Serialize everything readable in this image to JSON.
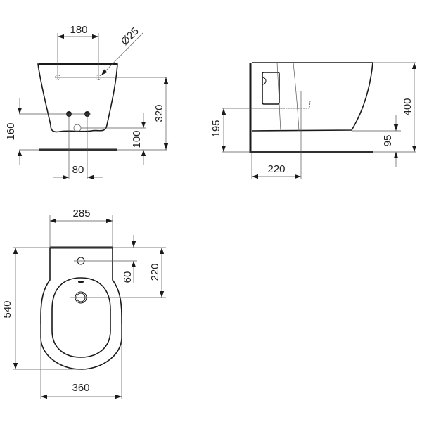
{
  "front_view": {
    "dim_hole_spacing": "180",
    "dim_hole_diameter": "Ø25",
    "dim_fixing_height": "320",
    "dim_supply_height": "160",
    "dim_waste_height": "100",
    "dim_supply_spacing": "80"
  },
  "side_view": {
    "dim_supply_height": "195",
    "dim_total_height": "400",
    "dim_bottom_height": "95",
    "dim_waste_offset": "220"
  },
  "top_view": {
    "dim_back_width": "285",
    "dim_length": "540",
    "dim_tap_hole_offset": "60",
    "dim_drain_offset": "220",
    "dim_width": "360"
  }
}
